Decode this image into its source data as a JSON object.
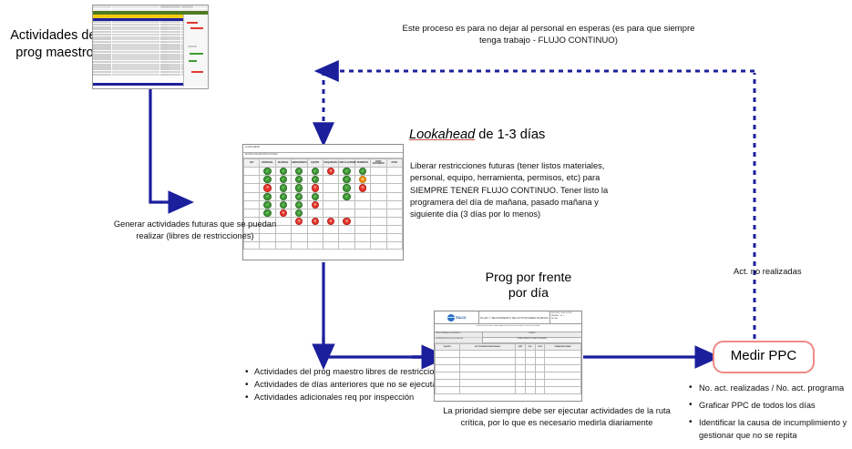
{
  "diagram": {
    "title_master": "Actividades del\nprog maestro",
    "note_flow": "Este proceso es para no dejar al personal en esperas (es para que siempre tenga trabajo - FLUJO CONTINUO)",
    "lookahead_title_italic": "Lookahead",
    "lookahead_title_rest": " de 1-3 días",
    "lookahead_desc": "Liberar restricciones futuras (tener listos materiales, personal, equipo, herramienta, permisos, etc) para SIEMPRE TENER FLUJO CONTINUO. Tener listo la programera del día de mañana, pasado mañana y siguiente día (3 días por lo menos)",
    "generar_note": "Generar actividades futuras que se puedan realizar (libres de restricciones)",
    "frente_title": "Prog por frente\npor día",
    "frente_note": "La prioridad siempre debe ser ejecutar actividades de la ruta crítica, por lo que es necesario medirla diariamente",
    "act_no_realizadas": "Act. no realizadas",
    "ppc_label": "Medir PPC",
    "mid_bullets": [
      "Actividades del prog maestro libres de restricciones",
      "Actividades de días anteriores que no se ejecutaron",
      "Actividades adicionales req por inspección"
    ],
    "ppc_bullets": [
      "No. act. realizadas / No. act. programa",
      "Graficar PPC de todos los días",
      "Identificar la causa  de incumplimiento y gestionar que no se repita"
    ],
    "colors": {
      "connector_blue": "#1b1f9c",
      "ppc_border": "#f08a85",
      "status_ok": "#3f9c35",
      "status_no": "#e8352a",
      "status_warn": "#f0920a"
    }
  },
  "lookahead_table": {
    "doc_title": "LOOKAHEAD",
    "doc_subtitle": "MATRIZ DE RESTRICCIONES",
    "columns": [
      "ACT",
      "PERSONAL",
      "MATERIAL",
      "HERRAMIENTA",
      "EQUIPO",
      "MAQUINARIA",
      "INSTALACIONES",
      "PERMISOS",
      "CONT. EXTERNOS",
      "OTRO"
    ],
    "rows": [
      [
        "",
        "ok",
        "ok",
        "ok",
        "ok",
        "no",
        "ok",
        "ok",
        "",
        ""
      ],
      [
        "",
        "ok",
        "ok",
        "ok",
        "ok",
        "",
        "ok",
        "wa",
        "",
        ""
      ],
      [
        "",
        "no",
        "ok",
        "ok",
        "no",
        "",
        "ok",
        "no",
        "",
        ""
      ],
      [
        "",
        "ok",
        "ok",
        "ok",
        "ok",
        "",
        "ok",
        "",
        "",
        ""
      ],
      [
        "",
        "ok",
        "ok",
        "ok",
        "no",
        "",
        "",
        "",
        "",
        ""
      ],
      [
        "",
        "ok",
        "no",
        "ok",
        "",
        "",
        "",
        "",
        "",
        ""
      ],
      [
        "",
        "",
        "",
        "no",
        "no",
        "no",
        "no",
        "",
        "",
        ""
      ],
      [
        "",
        "",
        "",
        "",
        "",
        "",
        "",
        "",
        "",
        ""
      ],
      [
        "",
        "",
        "",
        "",
        "",
        "",
        "",
        "",
        "",
        ""
      ],
      [
        "",
        "",
        "",
        "",
        "",
        "",
        "",
        "",
        "",
        ""
      ]
    ]
  },
  "daily_doc": {
    "brand": "ITALCO",
    "title": "PLAN Y SEGUIMIENTO DE ACTIVIDADES DIARIAS",
    "meta_lines": [
      "PROCESO: EJECUCIÓN",
      "PÁGINA: 1 de 1",
      "FECHA:"
    ],
    "instruction": "Detalle: Este formato se debe diligenciar por frente de trabajo al inicio de la jornada.",
    "section_left": [
      "RESPONSABLE DE FRENTE",
      "SUPERVISOR QUE DILIGENCIA"
    ],
    "section_right_top": "TURNO",
    "section_right_sub": "CUMPLIMIENTO DE ACTIVIDADES",
    "table_headers": [
      "EQUIPO",
      "ACTIVIDADES REALIZADAS",
      "MET",
      "P.M.",
      "CUM",
      "OBSERVACIONES"
    ]
  },
  "master_doc": {
    "header": "PROGRAMACIÓN MAESTRA",
    "subheader": "CRONOGRAMA DE OBRA"
  }
}
